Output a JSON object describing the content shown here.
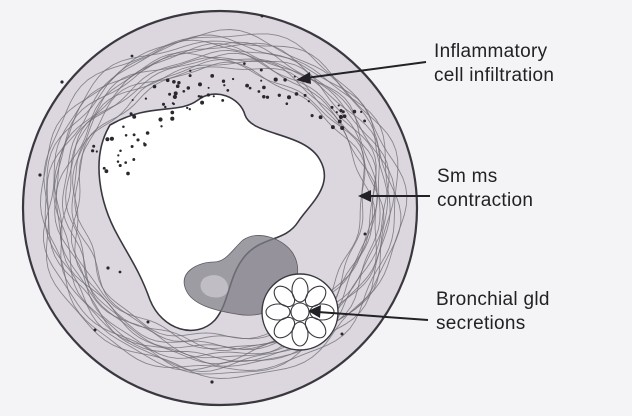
{
  "labels": {
    "inflammatory": {
      "line1": "Inflammatory",
      "line2": "cell infiltration"
    },
    "smooth_muscle": {
      "line1": "Sm ms",
      "line2": "contraction"
    },
    "bronchial": {
      "line1": "Bronchial gld",
      "line2": "secretions"
    }
  },
  "colors": {
    "background": "#f4f3f5",
    "wall": "#dcd7df",
    "outline": "#3a383e",
    "muscle": "#6c6a72",
    "lumen": "#ffffff",
    "mucus": "#7d7b84",
    "text": "#222226"
  }
}
